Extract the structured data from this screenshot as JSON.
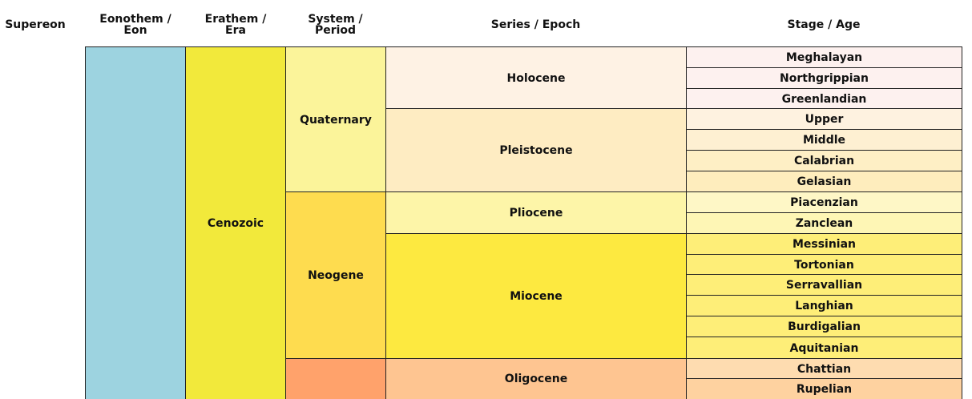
{
  "headers": {
    "supereon": "Supereon",
    "eon": "Eonothem /\nEon",
    "era": "Erathem /\nEra",
    "period": "System /\nPeriod",
    "epoch": "Series / Epoch",
    "age": "Stage / Age"
  },
  "eon": {
    "label": "",
    "color": "#9dd3e0"
  },
  "eras": [
    {
      "label": "Cenozoic",
      "color": "#f2e93b"
    }
  ],
  "periods": [
    {
      "label": "Quaternary",
      "color": "#fbf49a"
    },
    {
      "label": "Neogene",
      "color": "#fedc4f"
    },
    {
      "label": "",
      "color": "#ffa26b"
    }
  ],
  "epochs": [
    {
      "label": "Holocene",
      "color": "#fef2e4"
    },
    {
      "label": "Pleistocene",
      "color": "#feecc2"
    },
    {
      "label": "Pliocene",
      "color": "#fdf5a8"
    },
    {
      "label": "Miocene",
      "color": "#fde940"
    },
    {
      "label": "Oligocene",
      "color": "#fec591"
    }
  ],
  "ages": [
    {
      "label": "Meghalayan",
      "color": "#fdf1ef"
    },
    {
      "label": "Northgrippian",
      "color": "#fdf1ef"
    },
    {
      "label": "Greenlandian",
      "color": "#fdf1ef"
    },
    {
      "label": "Upper",
      "color": "#fef2e0"
    },
    {
      "label": "Middle",
      "color": "#fef0d2"
    },
    {
      "label": "Calabrian",
      "color": "#feefc5"
    },
    {
      "label": "Gelasian",
      "color": "#feedbd"
    },
    {
      "label": "Piacenzian",
      "color": "#fef7c6"
    },
    {
      "label": "Zanclean",
      "color": "#fef6b5"
    },
    {
      "label": "Messinian",
      "color": "#feee78"
    },
    {
      "label": "Tortonian",
      "color": "#feee78"
    },
    {
      "label": "Serravallian",
      "color": "#feee78"
    },
    {
      "label": "Langhian",
      "color": "#feee78"
    },
    {
      "label": "Burdigalian",
      "color": "#feee78"
    },
    {
      "label": "Aquitanian",
      "color": "#feee78"
    },
    {
      "label": "Chattian",
      "color": "#fedcb0"
    },
    {
      "label": "Rupelian",
      "color": "#fed2a0"
    }
  ]
}
